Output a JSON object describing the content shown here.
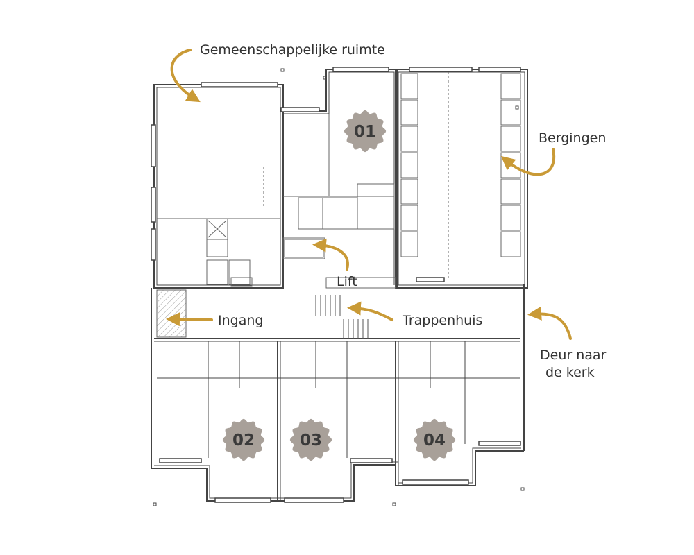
{
  "labels": {
    "common_room": "Gemeenschappelijke ruimte",
    "storage": "Bergingen",
    "lift": "Lift",
    "entrance": "Ingang",
    "stairwell": "Trappenhuis",
    "church_door_line1": "Deur naar",
    "church_door_line2": "de kerk"
  },
  "units": [
    "01",
    "02",
    "03",
    "04"
  ],
  "colors": {
    "arrow": "#c99a36",
    "badge": "#a8a099",
    "wall": "#444444",
    "text": "#333333"
  }
}
